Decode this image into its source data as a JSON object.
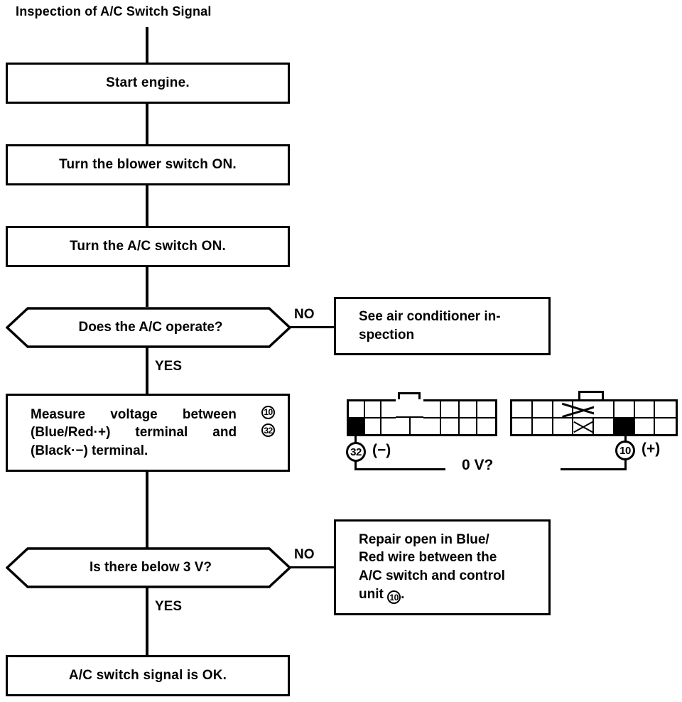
{
  "title": "Inspection of A/C Switch Signal",
  "flow": {
    "steps": [
      {
        "id": "start-engine",
        "label": "Start engine."
      },
      {
        "id": "blower-switch-on",
        "label": "Turn the blower switch ON."
      },
      {
        "id": "ac-switch-on",
        "label": "Turn the A/C switch ON."
      }
    ],
    "decisions": [
      {
        "id": "does-ac-operate",
        "label": "Does the A/C operate?",
        "yes_label": "YES",
        "no_label": "NO"
      },
      {
        "id": "is-there-below-3v",
        "label": "Is there below 3 V?",
        "yes_label": "YES",
        "no_label": "NO"
      }
    ],
    "measure_box": {
      "id": "measure-voltage",
      "lines": [
        {
          "words": [
            "Measure",
            "voltage",
            "between"
          ],
          "trailing_circle": "10"
        },
        {
          "words": [
            "(Blue/Red·+)",
            "terminal",
            "and"
          ],
          "trailing_circle": "32"
        },
        {
          "text": "(Black·−) terminal."
        }
      ]
    },
    "outcomes": [
      {
        "id": "see-air-conditioner-inspection",
        "lines": [
          "See  air  conditioner  in-",
          "spection"
        ]
      },
      {
        "id": "repair-open-blue-red-wire",
        "lines": [
          "Repair  open  in  Blue/",
          "Red  wire  between  the",
          "A/C switch and control",
          "unit"
        ],
        "trailing_circle": "10",
        "trailing_text": "."
      }
    ],
    "result": {
      "id": "ac-switch-signal-ok",
      "label": "A/C switch signal is OK."
    }
  },
  "connectors": {
    "measurement_label": "0 V?",
    "left": {
      "id": "connector-32",
      "terminal": "32",
      "polarity": "(−)",
      "top_row": [
        {
          "state": "empty"
        },
        {
          "state": "empty"
        },
        {
          "state": "empty"
        }
      ],
      "top_row_right": [
        {
          "state": "empty"
        },
        {
          "state": "empty"
        },
        {
          "state": "empty"
        },
        {
          "state": "empty"
        }
      ],
      "bottom_row": [
        {
          "state": "filled"
        },
        {
          "state": "empty"
        },
        {
          "state": "empty"
        },
        {
          "state": "empty"
        },
        {
          "state": "empty"
        },
        {
          "state": "empty"
        },
        {
          "state": "empty"
        },
        {
          "state": "empty"
        }
      ]
    },
    "right": {
      "id": "connector-10",
      "terminal": "10",
      "polarity": "(+)",
      "top_row": [
        {
          "state": "empty"
        },
        {
          "state": "empty"
        },
        {
          "state": "empty"
        },
        {
          "state": "crossed-wide"
        },
        {
          "state": "crossed-wide-end"
        },
        {
          "state": "empty"
        },
        {
          "state": "empty"
        },
        {
          "state": "empty"
        }
      ],
      "bottom_row": [
        {
          "state": "empty"
        },
        {
          "state": "empty"
        },
        {
          "state": "empty"
        },
        {
          "state": "crossed"
        },
        {
          "state": "empty"
        },
        {
          "state": "filled"
        },
        {
          "state": "empty"
        },
        {
          "state": "empty"
        }
      ]
    }
  },
  "colors": {
    "ink": "#000000",
    "paper": "#ffffff"
  }
}
